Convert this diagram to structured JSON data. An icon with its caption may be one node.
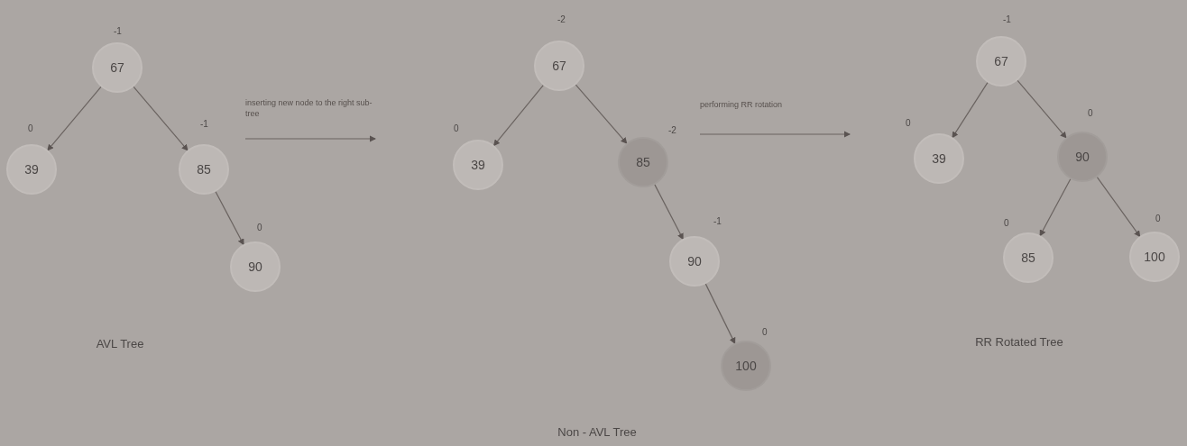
{
  "diagram": {
    "nodes": [
      {
        "text": [
          "67"
        ],
        "beside": [
          "-1"
        ]
      },
      {
        "text": [
          "39"
        ],
        "beside": [
          "0"
        ]
      },
      {
        "text": [
          "85"
        ],
        "beside": [
          "-1"
        ]
      },
      {
        "text": [
          "90"
        ],
        "beside": [
          "0"
        ]
      },
      {
        "text": [
          "67"
        ],
        "beside": [
          "-2"
        ]
      },
      {
        "text": [
          "39"
        ],
        "beside": [
          "0"
        ]
      },
      {
        "text": [
          "85"
        ],
        "beside": [
          "-2"
        ]
      },
      {
        "text": [
          "90"
        ],
        "beside": [
          "-1"
        ]
      },
      {
        "text": [
          "100"
        ],
        "beside": [
          "0"
        ]
      },
      {
        "text": [
          "67"
        ],
        "beside": [
          "-1"
        ]
      },
      {
        "text": [
          "39"
        ],
        "beside": [
          "0"
        ]
      },
      {
        "text": [
          "90"
        ],
        "beside": [
          "0"
        ]
      },
      {
        "text": [
          "85"
        ],
        "beside": [
          "0"
        ]
      },
      {
        "text": [
          "100"
        ],
        "beside": [
          "0"
        ]
      }
    ],
    "edges": [
      {
        "from": 0,
        "to": 1,
        "arrow": "to"
      },
      {
        "from": 0,
        "to": 2,
        "arrow": "to"
      },
      {
        "from": 2,
        "to": 3,
        "arrow": "to"
      },
      {
        "from": 4,
        "to": 5,
        "arrow": "to"
      },
      {
        "from": 4,
        "to": 6,
        "arrow": "to"
      },
      {
        "from": 6,
        "to": 7,
        "arrow": "to"
      },
      {
        "from": 7,
        "to": 8,
        "arrow": "to"
      },
      {
        "from": 9,
        "to": 10,
        "arrow": "to"
      },
      {
        "from": 9,
        "to": 11,
        "arrow": "to"
      },
      {
        "from": 11,
        "to": 12,
        "arrow": "to"
      },
      {
        "from": 11,
        "to": 13,
        "arrow": "to"
      }
    ],
    "labels": [
      "inserting new node to the right sub-tree",
      "performing RR rotation",
      "AVL Tree",
      "RR Rotated Tree",
      "Non - AVL Tree"
    ]
  }
}
